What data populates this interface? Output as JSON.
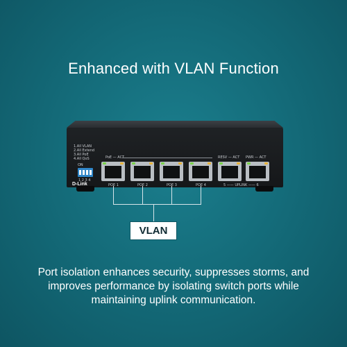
{
  "headline": "Enhanced with VLAN Function",
  "device": {
    "brand": "D-Link",
    "dip_labels": [
      "1.All VLAN",
      "2.All Extend",
      "3.All PoE",
      "4.All QoS"
    ],
    "dip_on": "ON",
    "dip_numbers": "1 2 3 4",
    "left_header": "PoE — ACT",
    "right_header_1": "RESV — ACT",
    "right_header_2": "PWR — ACT",
    "port_labels": [
      "POE 1",
      "POE 2",
      "POE 3",
      "POE 4"
    ],
    "uplink_label": "5 —— UPLINK —— 6"
  },
  "vlan_label": "VLAN",
  "description": "Port isolation enhances security, suppresses storms, and improves performance by isolating switch ports while maintaining uplink communication.",
  "colors": {
    "background": "#136876",
    "vlan_box_bg": "#ffffff",
    "led_green": "#7ad34a",
    "led_amber": "#e8b33a",
    "dip_switch": "#2f86c8"
  }
}
